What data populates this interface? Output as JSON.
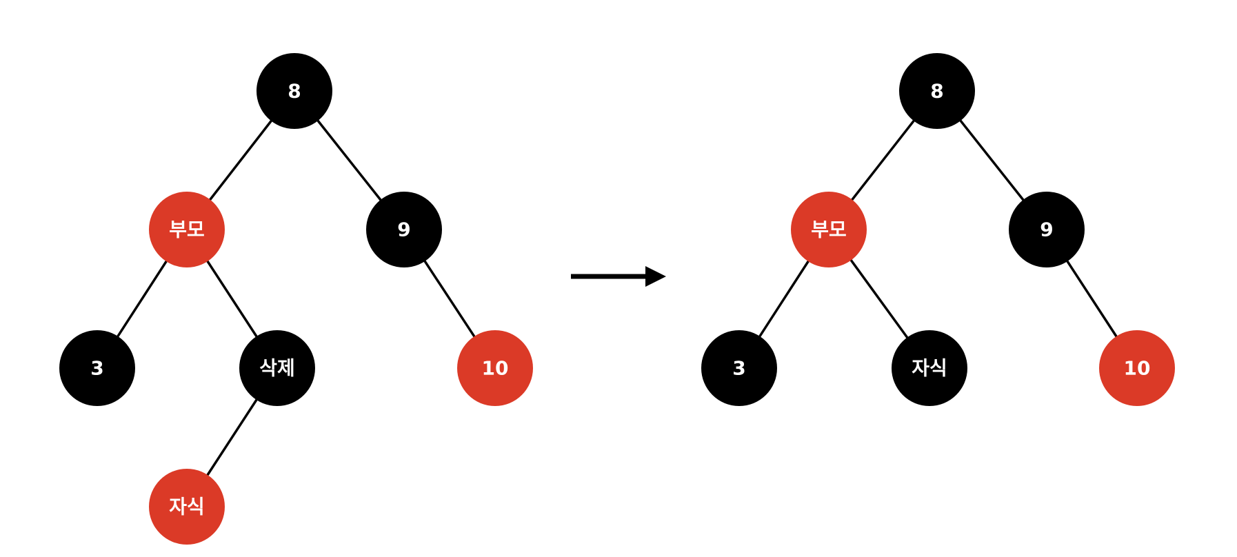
{
  "colors": {
    "red": "#db3a27",
    "black": "#000000",
    "label": "#ffffff",
    "edge": "#000000"
  },
  "before_tree": {
    "nodes": [
      {
        "id": "n8",
        "label": "8",
        "color": "black"
      },
      {
        "id": "parent",
        "label": "부모",
        "color": "red"
      },
      {
        "id": "n9",
        "label": "9",
        "color": "black"
      },
      {
        "id": "n3",
        "label": "3",
        "color": "black"
      },
      {
        "id": "deleted",
        "label": "삭제",
        "color": "black"
      },
      {
        "id": "n10",
        "label": "10",
        "color": "red"
      },
      {
        "id": "child",
        "label": "자식",
        "color": "red"
      }
    ],
    "edges": [
      [
        "n8",
        "parent"
      ],
      [
        "n8",
        "n9"
      ],
      [
        "parent",
        "n3"
      ],
      [
        "parent",
        "deleted"
      ],
      [
        "n9",
        "n10"
      ],
      [
        "deleted",
        "child"
      ]
    ]
  },
  "arrow": {
    "direction": "right"
  },
  "after_tree": {
    "nodes": [
      {
        "id": "n8",
        "label": "8",
        "color": "black"
      },
      {
        "id": "parent",
        "label": "부모",
        "color": "red"
      },
      {
        "id": "n9",
        "label": "9",
        "color": "black"
      },
      {
        "id": "n3",
        "label": "3",
        "color": "black"
      },
      {
        "id": "child",
        "label": "자식",
        "color": "black"
      },
      {
        "id": "n10",
        "label": "10",
        "color": "red"
      }
    ],
    "edges": [
      [
        "n8",
        "parent"
      ],
      [
        "n8",
        "n9"
      ],
      [
        "parent",
        "n3"
      ],
      [
        "parent",
        "child"
      ],
      [
        "n9",
        "n10"
      ]
    ]
  }
}
